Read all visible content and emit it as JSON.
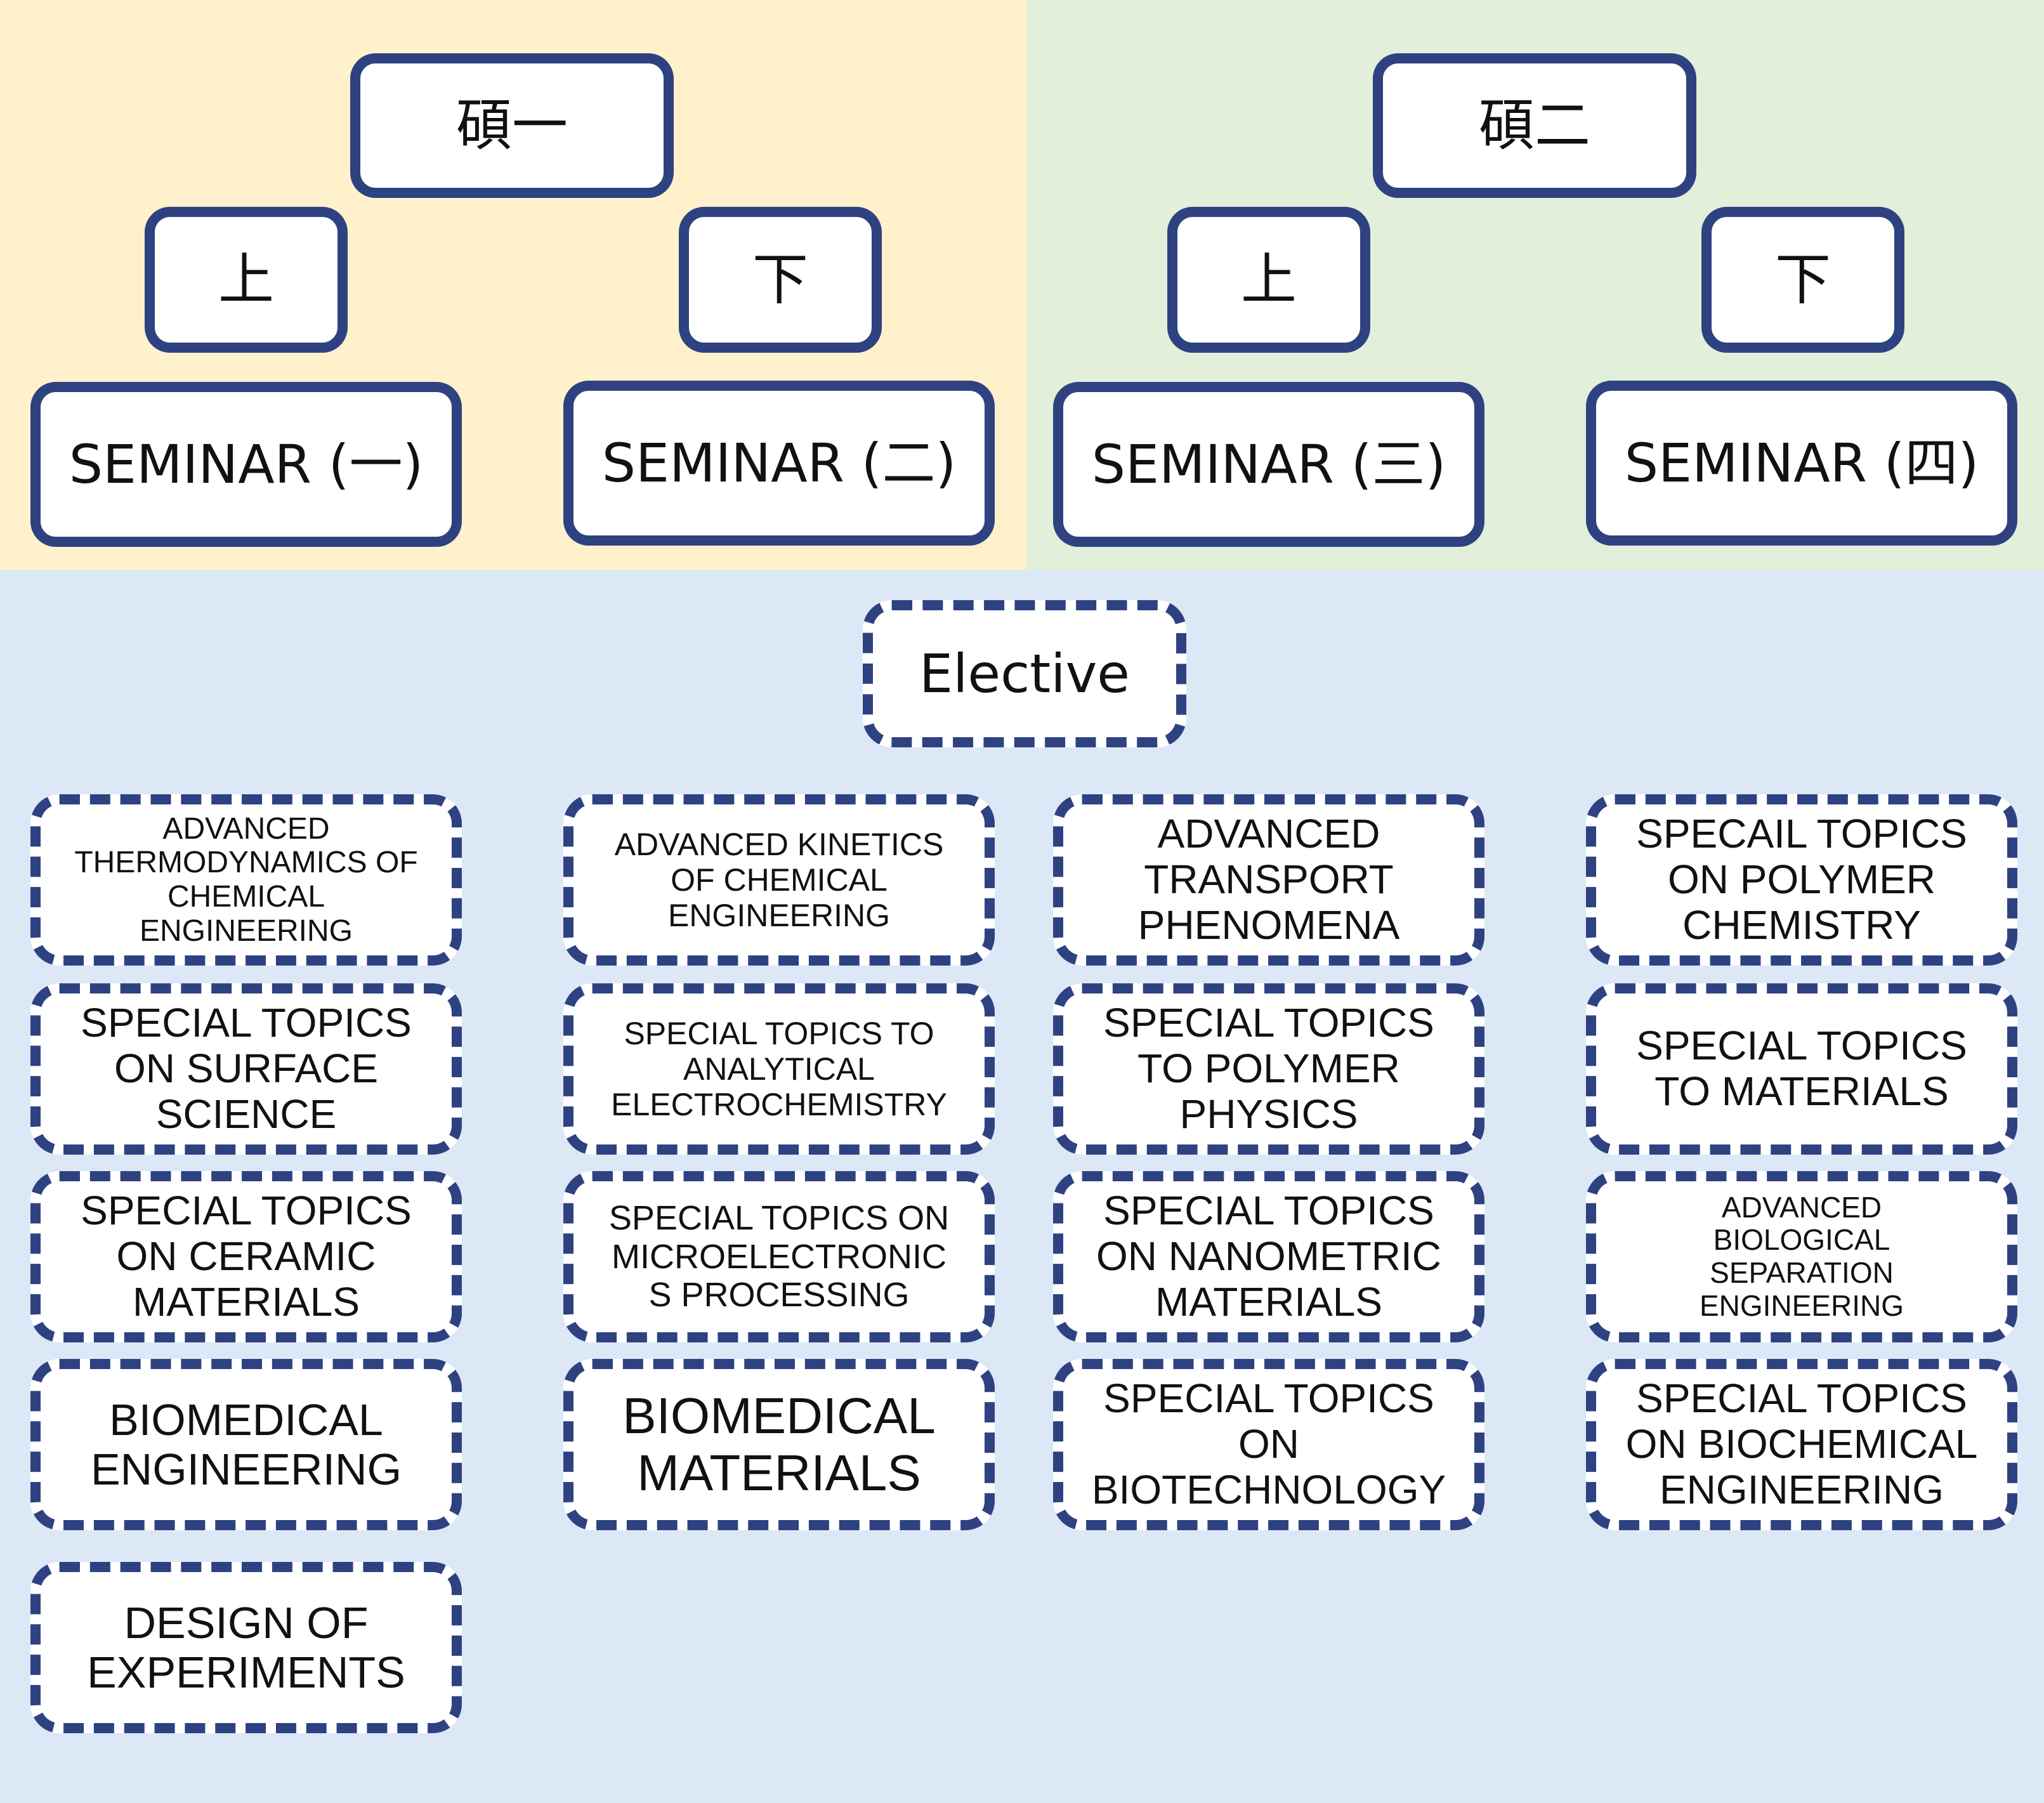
{
  "colors": {
    "year1_background": "#fef1cc",
    "year2_background": "#e2efda",
    "elective_background": "#dde8f6",
    "box_border": "#2e4282",
    "box_fill": "#ffffff",
    "text": "#111111"
  },
  "year1": {
    "title": "碩一",
    "first_semester": "上",
    "second_semester": "下",
    "seminar_first": "SEMINAR (一)",
    "seminar_second": "SEMINAR (二)"
  },
  "year2": {
    "title": "碩二",
    "first_semester": "上",
    "second_semester": "下",
    "seminar_first": "SEMINAR (三)",
    "seminar_second": "SEMINAR (四)"
  },
  "elective": {
    "title": "Elective",
    "courses": [
      "ADVANCED\nTHERMODYNAMICS OF\nCHEMICAL\nENGINEERING",
      "ADVANCED  KINETICS\nOF CHEMICAL\nENGINEERING",
      "ADVANCED\nTRANSPORT\nPHENOMENA",
      "SPECAIL TOPICS\nON POLYMER\nCHEMISTRY",
      "SPECIAL TOPICS\nON SURFACE\nSCIENCE",
      "SPECIAL TOPICS TO\nANALYTICAL\nELECTROCHEMISTRY",
      "SPECIAL TOPICS\nTO POLYMER\nPHYSICS",
      "SPECIAL TOPICS\nTO MATERIALS",
      "SPECIAL TOPICS\nON CERAMIC\nMATERIALS",
      "SPECIAL TOPICS ON\nMICROELECTRONIC\nS PROCESSING",
      "SPECIAL TOPICS\nON NANOMETRIC\nMATERIALS",
      "ADVANCED\nBIOLOGICAL\nSEPARATION\nENGINEERING",
      "BIOMEDICAL\nENGINEERING",
      "BIOMEDICAL\nMATERIALS",
      "SPECIAL TOPICS\nON\nBIOTECHNOLOGY",
      "SPECIAL TOPICS\nON BIOCHEMICAL\nENGINEERING",
      "DESIGN OF\nEXPERIMENTS"
    ]
  }
}
